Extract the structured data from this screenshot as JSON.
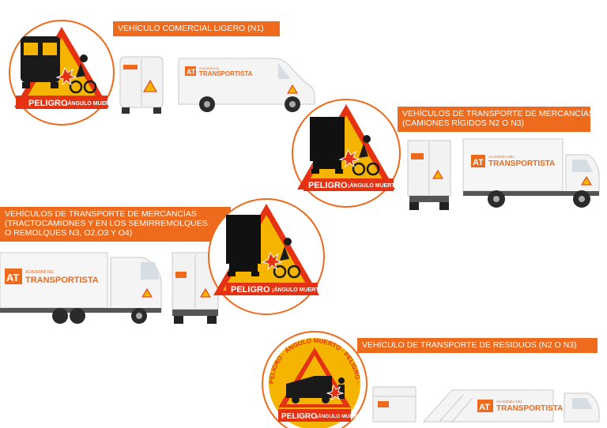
{
  "colors": {
    "accent": "#ee6a1c",
    "warning_yellow": "#f4b400",
    "danger_red": "#e43212"
  },
  "sections": [
    {
      "title_lines": [
        "VEHÍCULO COMERCIAL LIGERO (N1)"
      ]
    },
    {
      "title_lines": [
        "VEHÍCULOS DE TRANSPORTE DE MERCANCÍAS",
        "(CAMIONES RÍGIDOS N2 O N3)"
      ]
    },
    {
      "title_lines": [
        "VEHÍCULOS DE TRANSPORTE DE MERCANCÍAS",
        "(TRACTOCAMIONES Y EN LOS SEMIRREMOLQUES",
        "O REMOLQUES N3, O2,O3 Y O4)"
      ]
    },
    {
      "title_lines": [
        "VEHÍCULO DE TRANSPORTE DE RESIDUOS (N2 O N3)"
      ]
    }
  ],
  "badge": {
    "peligro": "PELIGRO",
    "angulo": "¡ÁNGULO MUERTO!",
    "ring": "PELIGRO · ÁNGULO MUERTO · PELIGRO · ÁNGULO MUERTO ·"
  },
  "branding": {
    "logo": "AT",
    "academia": "ACADEMIA DEL",
    "transportista": "TRANSPORTISTA"
  }
}
